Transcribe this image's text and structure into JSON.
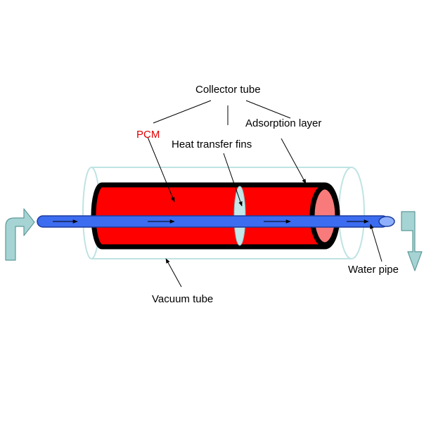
{
  "labels": {
    "collector_tube": "Collector tube",
    "pcm": "PCM",
    "heat_transfer_fins": "Heat transfer fins",
    "adsorption_layer": "Adsorption layer",
    "water_pipe": "Water pipe",
    "vacuum_tube": "Vacuum tube"
  },
  "colors": {
    "pcm_body": "#ff0000",
    "pcm_end": "#f87a7a",
    "collector_outline": "#000000",
    "water_pipe": "#3c6cf0",
    "water_pipe_end": "#8fb0ff",
    "vacuum_tube_outline": "#bfe3e3",
    "fin": "#c4e8ea",
    "flow_arrow": "#a6d3d3",
    "pcm_text": "#e00000"
  },
  "icons": {
    "inlet": "curved-inlet-arrow-icon",
    "outlet": "down-outlet-arrow-icon"
  }
}
